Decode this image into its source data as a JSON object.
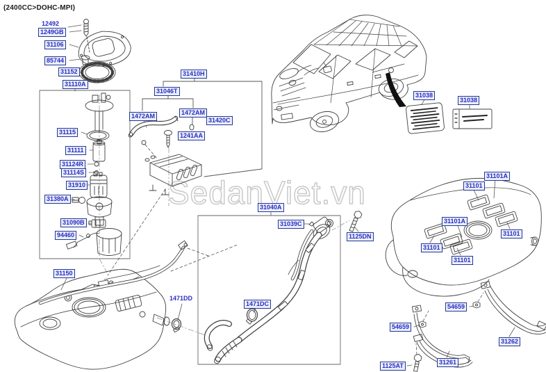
{
  "title": "(2400CC>DOHC-MPI)",
  "watermark": "SedanViet.vn",
  "colors": {
    "label_text": "#2c2cc0",
    "label_border": "#24388f",
    "label_bg": "#e9effc",
    "line_art": "#3f3f3f",
    "watermark": "#c9c9c9",
    "arrow": "#111111"
  },
  "labels": [
    {
      "text": "12492"
    },
    {
      "text": "1249GB"
    },
    {
      "text": "31106"
    },
    {
      "text": "85744"
    },
    {
      "text": "31152"
    },
    {
      "text": "31110A"
    },
    {
      "text": "31115"
    },
    {
      "text": "31111"
    },
    {
      "text": "31124R"
    },
    {
      "text": "31114S"
    },
    {
      "text": "31910"
    },
    {
      "text": "31380A"
    },
    {
      "text": "31090B"
    },
    {
      "text": "94460"
    },
    {
      "text": "31150"
    },
    {
      "text": "31410H"
    },
    {
      "text": "31046T"
    },
    {
      "text": "1472AM"
    },
    {
      "text": "1472AM"
    },
    {
      "text": "31420C"
    },
    {
      "text": "1241AA"
    },
    {
      "text": "31040A"
    },
    {
      "text": "31039C"
    },
    {
      "text": "1125DN"
    },
    {
      "text": "1471DC"
    },
    {
      "text": "1471DD"
    },
    {
      "text": "31038"
    },
    {
      "text": "31038"
    },
    {
      "text": "31101A"
    },
    {
      "text": "31101"
    },
    {
      "text": "31101A"
    },
    {
      "text": "31101"
    },
    {
      "text": "31101"
    },
    {
      "text": "31101"
    },
    {
      "text": "54659"
    },
    {
      "text": "54659"
    },
    {
      "text": "31262"
    },
    {
      "text": "31261"
    },
    {
      "text": "1125AT"
    }
  ]
}
